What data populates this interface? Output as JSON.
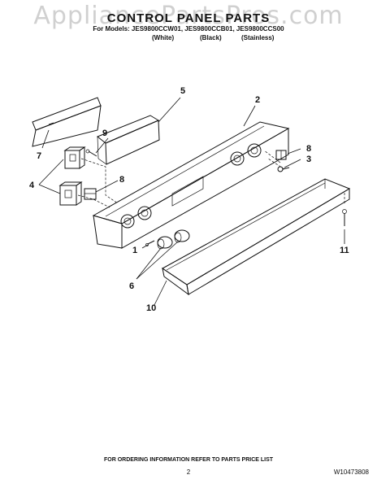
{
  "watermark": "AppliancePartsPros.com",
  "header": {
    "title": "CONTROL PANEL PARTS",
    "models_line": "For Models: JES9800CCW01, JES9800CCB01, JES9800CCS00",
    "finishes": [
      "(White)",
      "(Black)",
      "(Stainless)"
    ]
  },
  "callouts": [
    "1",
    "2",
    "3",
    "4",
    "5",
    "6",
    "7",
    "8",
    "8",
    "9",
    "10",
    "11"
  ],
  "footer": {
    "ordering_note": "FOR ORDERING INFORMATION REFER TO PARTS PRICE LIST",
    "page_number": "2",
    "doc_number": "W10473808"
  }
}
